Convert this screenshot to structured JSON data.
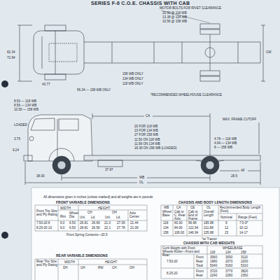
{
  "diagram": {
    "title": "SERIES F-6 C.O.E. CHASSIS WITH CAB",
    "labels": [
      "MOTOR BOLTS FOR RIVET CLEARANCE",
      "15.50 @ 118 WB",
      "13.38 @ 134 WB",
      "10.56 @ 158 WB",
      "CW",
      "82.34",
      "72.94",
      "43.77",
      "158 WB ONLY",
      "134 WB ONLY",
      "118 WB ONLY",
      "56.34 — 158 WB ONLY",
      "*RECOMMENDED WHEELHOUSE CLEARANCE",
      "8.50 — 118 WB",
      "8.56 — 134 WB",
      "10.50 — 158 WB",
      "LOADED",
      "3.75",
      "CA",
      "MAX. FRAME CUTOFF",
      "20 FOR 118 WB",
      "23 FOR 134 WB",
      "27 FOR 158 WB",
      "11.50 ON 118 WB",
      "11.56 ON 134 WB",
      "16.30 ON 158 WB (LOADED)",
      "4.78 — 118 WB",
      "4.94 — 134 WB",
      "8 — 158 WB",
      "37.97",
      "9.24",
      "AF",
      "WB",
      "38.00",
      "28.5",
      "OL",
      "All dimensions given in inches (unless marked) and all weights are in pounds",
      "FRONT VARIABLE DIMENSIONS",
      "CHASSIS AND BODY LENGTH DIMENSIONS",
      "WIDTH",
      "HEIGHT",
      "Front Tire Size and Ply Rating",
      "Rim",
      "Wheel Dia.",
      "CH",
      "OH",
      "Unl.",
      "Ld.",
      "Unl.",
      "Ld.",
      "Axle Center",
      "7.50-20 8",
      "6.0",
      "6.50",
      "26.81",
      "26.69",
      "21.0",
      "27.09",
      "21.44",
      "8.25-20 10",
      "6.0",
      "6.50",
      "28.81",
      "26.56",
      "22.1",
      "27.78",
      "21.09",
      "Front Spring Contents—20.5",
      "WB",
      "CA",
      "CE",
      "OL",
      "Recommended Body Length (Feet)",
      "Wheel Base",
      "Cab to C. Rear Axle",
      "Cab to End of Frame",
      "Overall Length",
      "Nominal",
      "Range (Feet)",
      "118",
      "60.00",
      "96.68",
      "185.88",
      "9",
      "7.5-9*",
      "134",
      "84.00",
      "122.94",
      "211.88",
      "12",
      "10-12",
      "158",
      "108.00",
      "146.94",
      "235.88",
      "15",
      "14-17",
      "*w/ Tractor",
      "CHASSIS WITH CAB WEIGHTS",
      "Curb Weight with Front Wheels Roller—Front and Rear",
      "WHEELBASE",
      "118",
      "134",
      "158",
      "7.50-20",
      "Front",
      "3060",
      "3090",
      "3110",
      "Rear",
      "1980",
      "2070",
      "2200",
      "Total",
      "5040",
      "5160",
      "5310",
      "8.25-20",
      "Front",
      "3720",
      "3770",
      "3820",
      "Rear",
      "2240",
      "2280",
      "2350",
      "REAR VARIABLE DIMENSIONS",
      "WIDTH",
      "HEIGHT",
      "Rear Tire Size and Ply Rating",
      "DH",
      "UH",
      "RW",
      "CH",
      "OH"
    ]
  }
}
